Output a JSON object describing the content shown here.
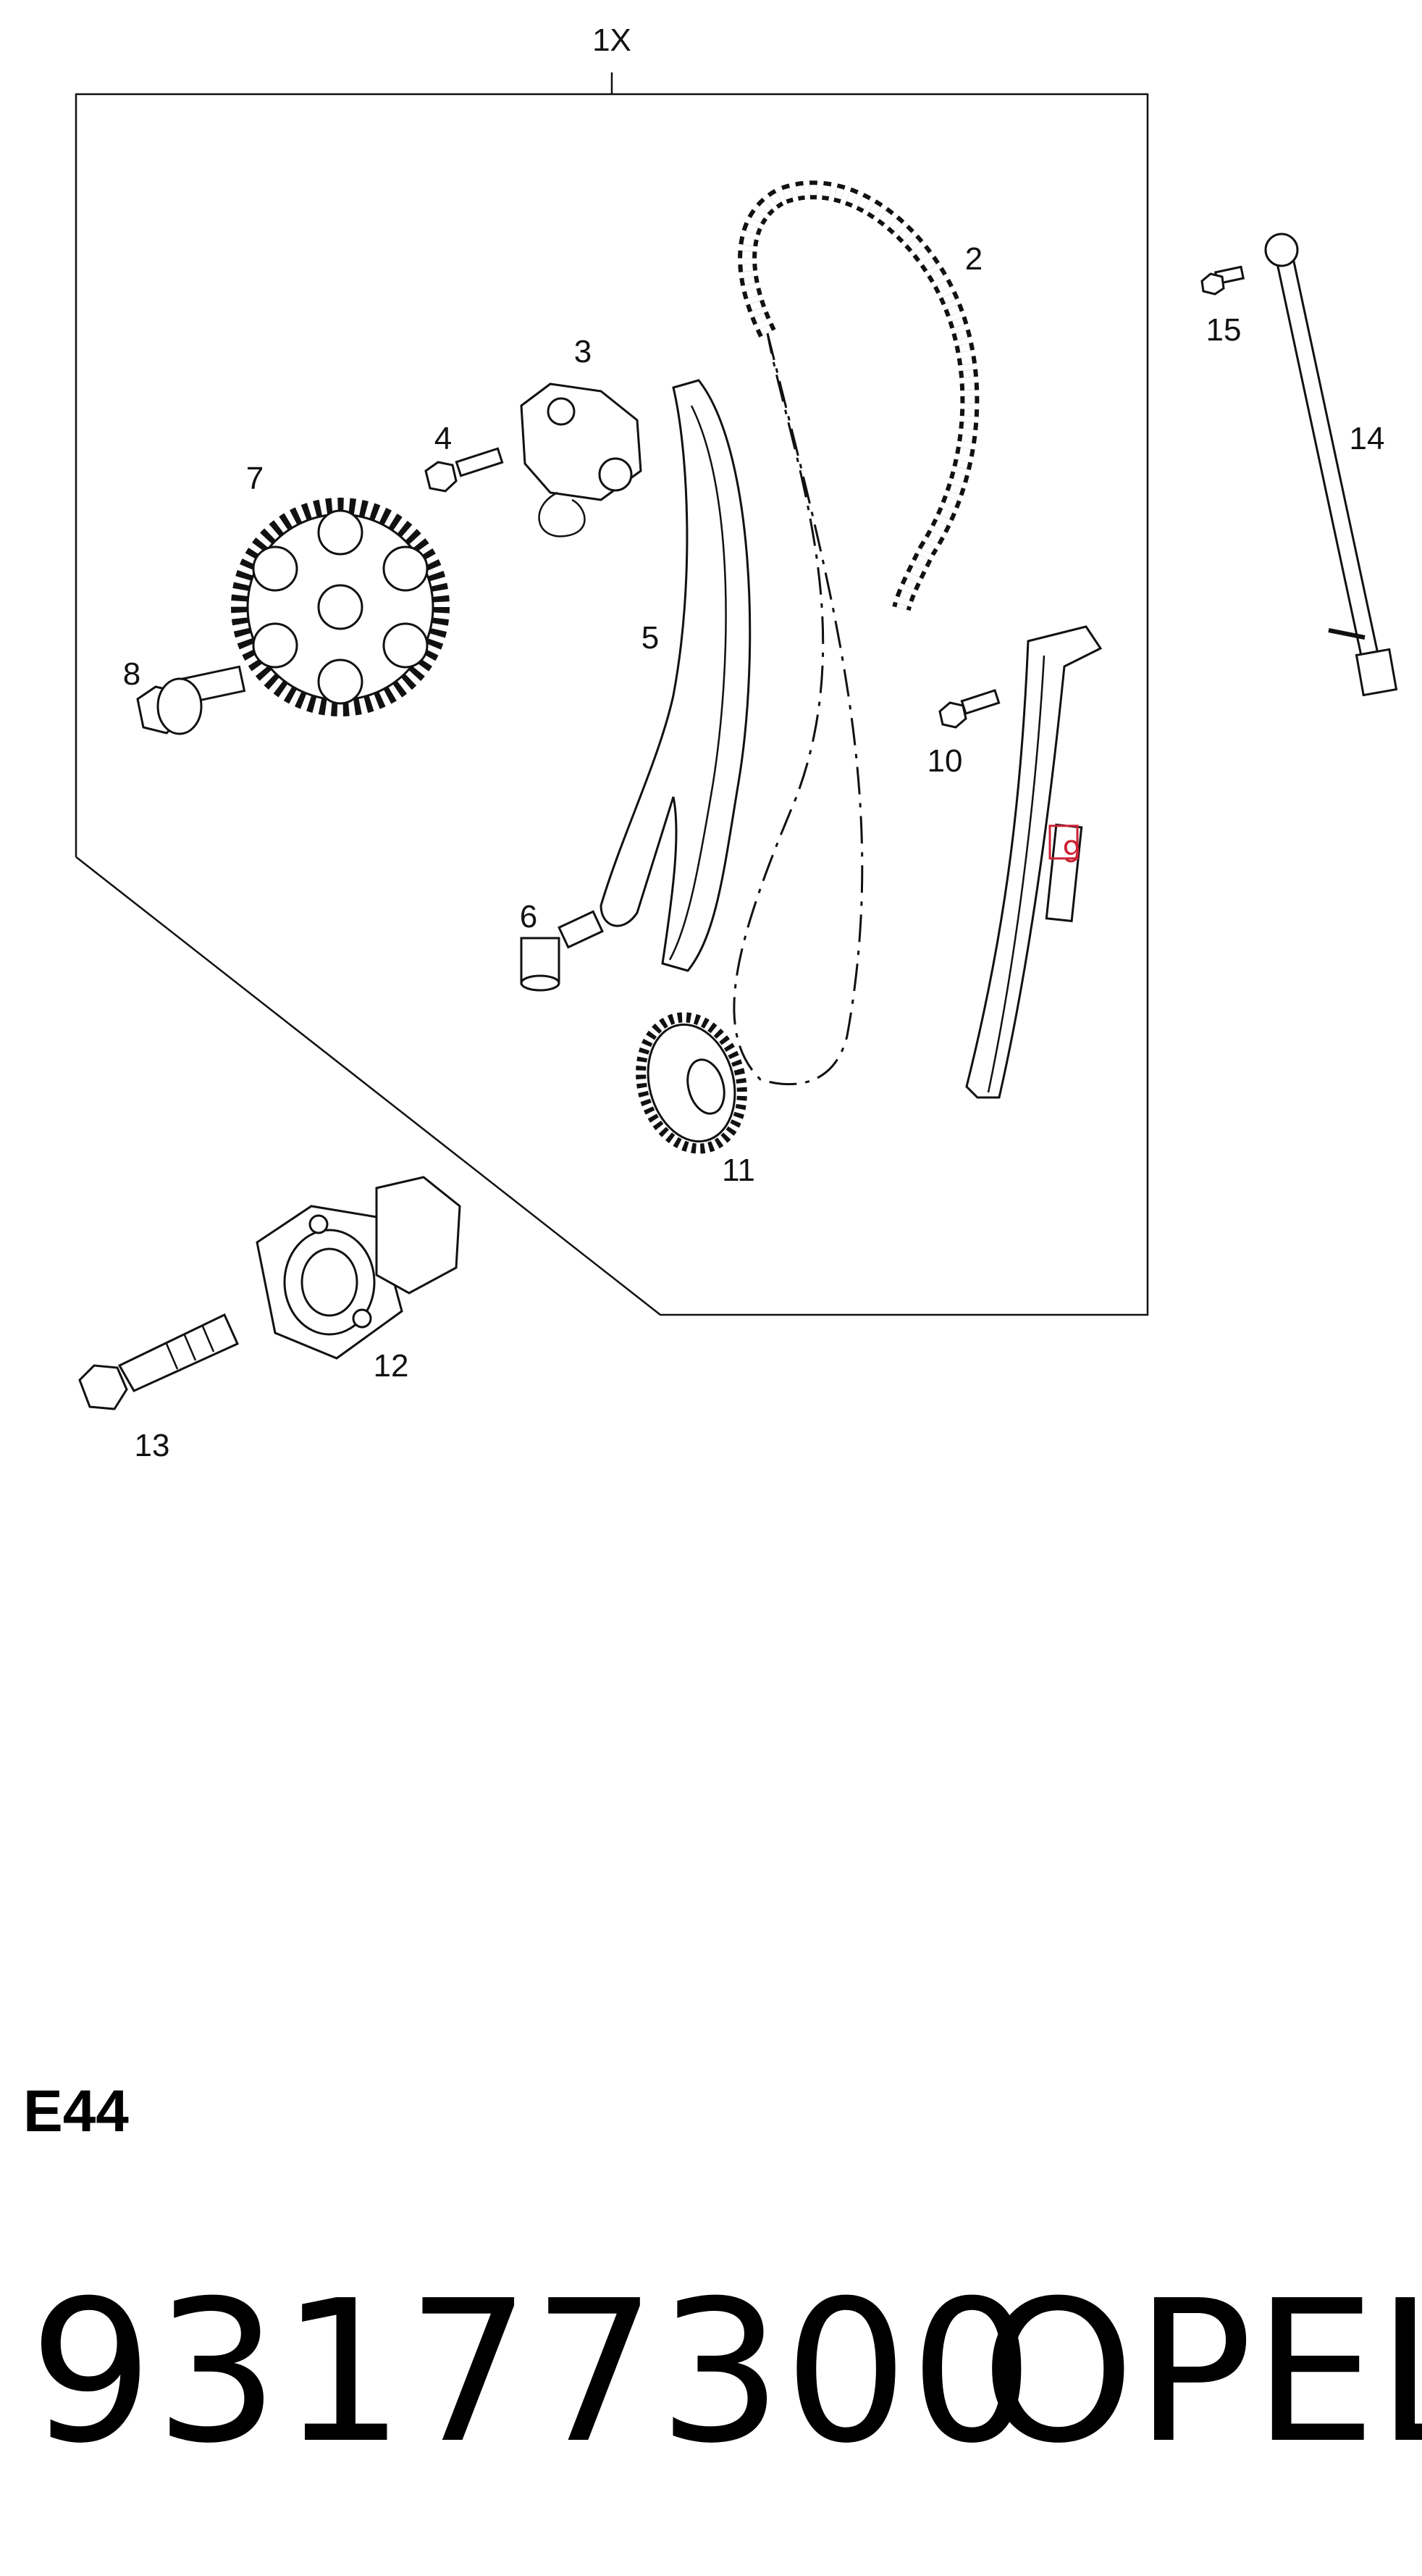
{
  "diagram": {
    "kit_label": "1X",
    "callouts": {
      "p2": "2",
      "p3": "3",
      "p4": "4",
      "p5": "5",
      "p6": "6",
      "p7": "7",
      "p8": "8",
      "p9": "9",
      "p10": "10",
      "p11": "11",
      "p12": "12",
      "p13": "13",
      "p14": "14",
      "p15": "15"
    },
    "highlight_color": "#cc2233"
  },
  "footer": {
    "section_code": "E44",
    "part_number": "93177300",
    "brand": "OPEL"
  }
}
